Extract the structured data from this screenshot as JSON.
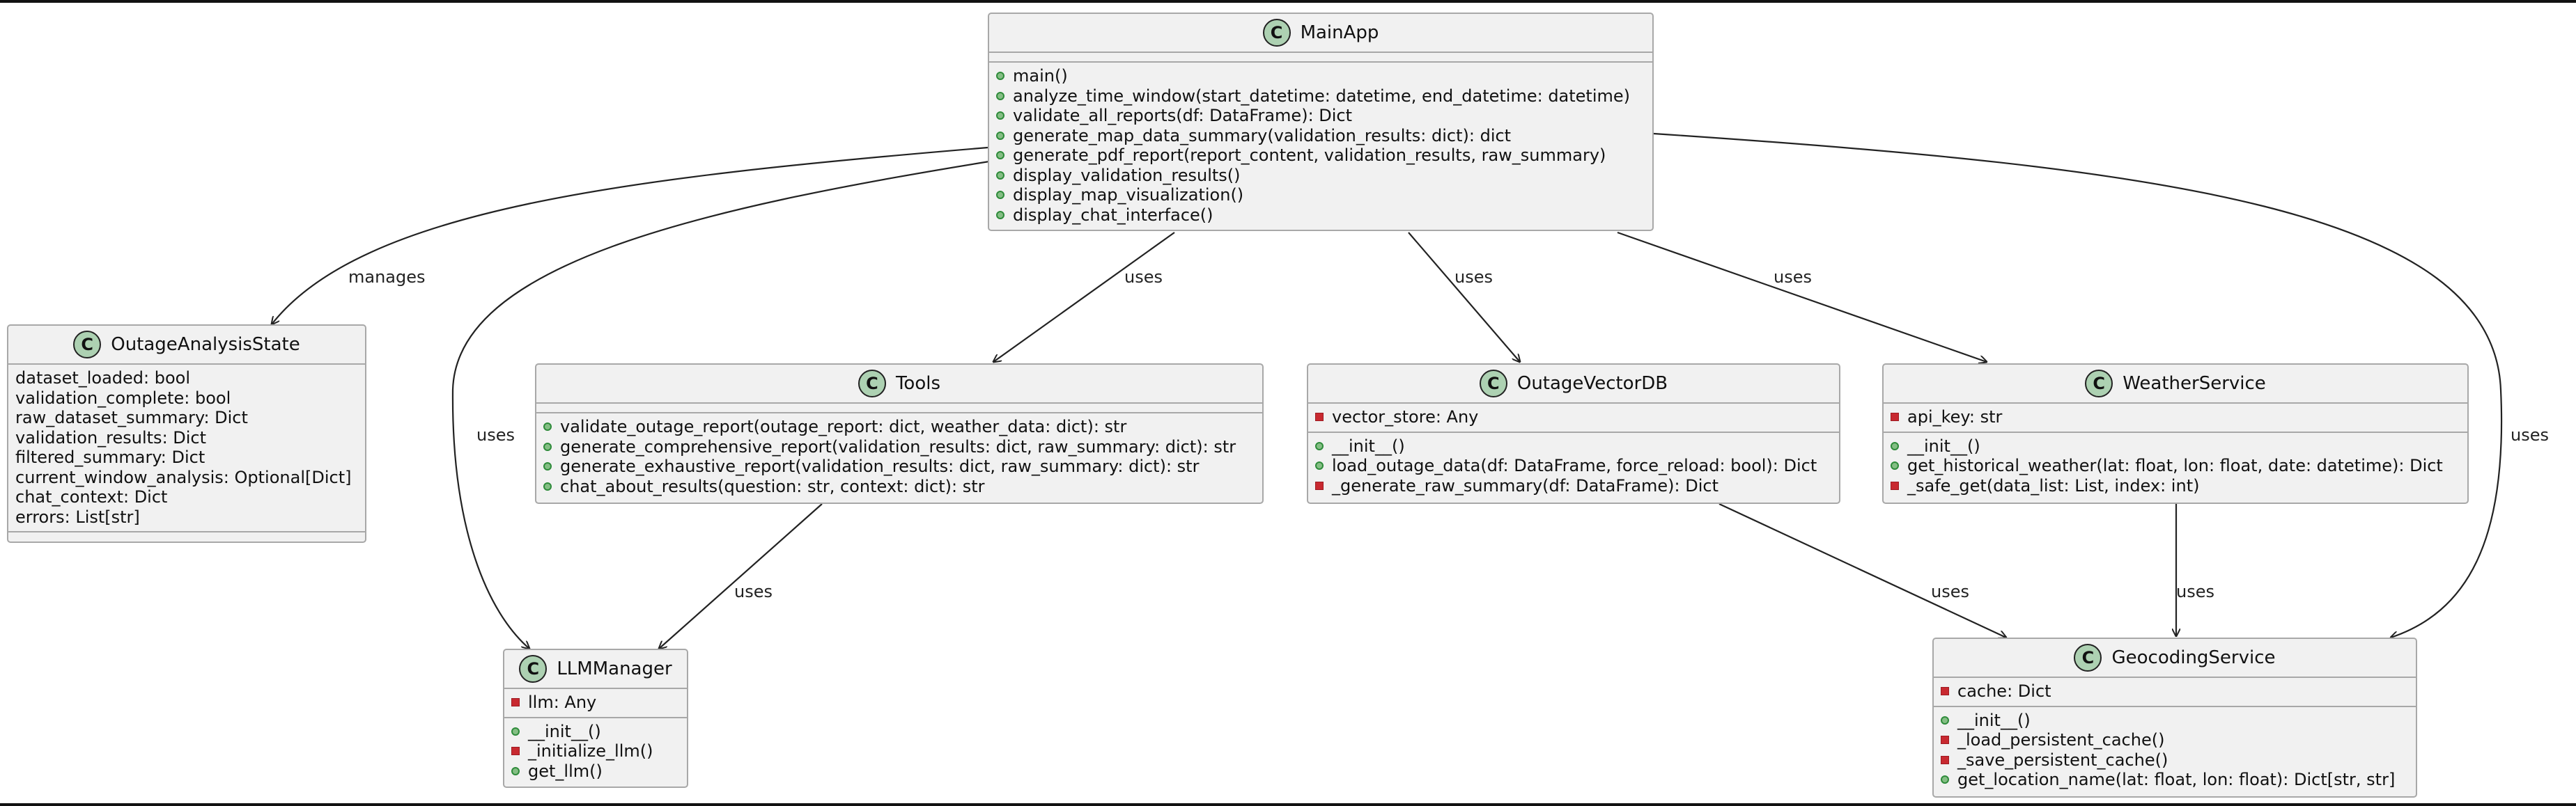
{
  "diagram": {
    "classes": [
      {
        "id": "mainapp",
        "name": "MainApp",
        "attributes": [],
        "methods": [
          {
            "vis": "public",
            "sig": "main()"
          },
          {
            "vis": "public",
            "sig": "analyze_time_window(start_datetime: datetime, end_datetime: datetime)"
          },
          {
            "vis": "public",
            "sig": "validate_all_reports(df: DataFrame): Dict"
          },
          {
            "vis": "public",
            "sig": "generate_map_data_summary(validation_results: dict): dict"
          },
          {
            "vis": "public",
            "sig": "generate_pdf_report(report_content, validation_results, raw_summary)"
          },
          {
            "vis": "public",
            "sig": "display_validation_results()"
          },
          {
            "vis": "public",
            "sig": "display_map_visualization()"
          },
          {
            "vis": "public",
            "sig": "display_chat_interface()"
          }
        ]
      },
      {
        "id": "state",
        "name": "OutageAnalysisState",
        "attributes": [
          {
            "vis": "none",
            "sig": "dataset_loaded: bool"
          },
          {
            "vis": "none",
            "sig": "validation_complete: bool"
          },
          {
            "vis": "none",
            "sig": "raw_dataset_summary: Dict"
          },
          {
            "vis": "none",
            "sig": "validation_results: Dict"
          },
          {
            "vis": "none",
            "sig": "filtered_summary: Dict"
          },
          {
            "vis": "none",
            "sig": "current_window_analysis: Optional[Dict]"
          },
          {
            "vis": "none",
            "sig": "chat_context: Dict"
          },
          {
            "vis": "none",
            "sig": "errors: List[str]"
          }
        ],
        "methods": []
      },
      {
        "id": "tools",
        "name": "Tools",
        "attributes": [],
        "methods": [
          {
            "vis": "public",
            "sig": "validate_outage_report(outage_report: dict, weather_data: dict): str"
          },
          {
            "vis": "public",
            "sig": "generate_comprehensive_report(validation_results: dict, raw_summary: dict): str"
          },
          {
            "vis": "public",
            "sig": "generate_exhaustive_report(validation_results: dict, raw_summary: dict): str"
          },
          {
            "vis": "public",
            "sig": "chat_about_results(question: str, context: dict): str"
          }
        ]
      },
      {
        "id": "vectordb",
        "name": "OutageVectorDB",
        "attributes": [
          {
            "vis": "private",
            "sig": "vector_store: Any"
          }
        ],
        "methods": [
          {
            "vis": "public",
            "sig": "__init__()"
          },
          {
            "vis": "public",
            "sig": "load_outage_data(df: DataFrame, force_reload: bool): Dict"
          },
          {
            "vis": "private",
            "sig": "_generate_raw_summary(df: DataFrame): Dict"
          }
        ]
      },
      {
        "id": "weather",
        "name": "WeatherService",
        "attributes": [
          {
            "vis": "private",
            "sig": "api_key: str"
          }
        ],
        "methods": [
          {
            "vis": "public",
            "sig": "__init__()"
          },
          {
            "vis": "public",
            "sig": "get_historical_weather(lat: float, lon: float, date: datetime): Dict"
          },
          {
            "vis": "private",
            "sig": "_safe_get(data_list: List, index: int)"
          }
        ]
      },
      {
        "id": "llm",
        "name": "LLMManager",
        "attributes": [
          {
            "vis": "private",
            "sig": "llm: Any"
          }
        ],
        "methods": [
          {
            "vis": "public",
            "sig": "__init__()"
          },
          {
            "vis": "private",
            "sig": "_initialize_llm()"
          },
          {
            "vis": "public",
            "sig": "get_llm()"
          }
        ]
      },
      {
        "id": "geocoding",
        "name": "GeocodingService",
        "attributes": [
          {
            "vis": "private",
            "sig": "cache: Dict"
          }
        ],
        "methods": [
          {
            "vis": "public",
            "sig": "__init__()"
          },
          {
            "vis": "private",
            "sig": "_load_persistent_cache()"
          },
          {
            "vis": "private",
            "sig": "_save_persistent_cache()"
          },
          {
            "vis": "public",
            "sig": "get_location_name(lat: float, lon: float): Dict[str, str]"
          }
        ]
      }
    ],
    "relations": [
      {
        "from": "mainapp",
        "to": "state",
        "label": "manages"
      },
      {
        "from": "mainapp",
        "to": "llm",
        "label": "uses"
      },
      {
        "from": "mainapp",
        "to": "tools",
        "label": "uses"
      },
      {
        "from": "mainapp",
        "to": "vectordb",
        "label": "uses"
      },
      {
        "from": "mainapp",
        "to": "weather",
        "label": "uses"
      },
      {
        "from": "mainapp",
        "to": "geocoding",
        "label": "uses"
      },
      {
        "from": "tools",
        "to": "llm",
        "label": "uses"
      },
      {
        "from": "vectordb",
        "to": "geocoding",
        "label": "uses"
      },
      {
        "from": "weather",
        "to": "geocoding",
        "label": "uses"
      }
    ],
    "badge_letter": "C"
  }
}
